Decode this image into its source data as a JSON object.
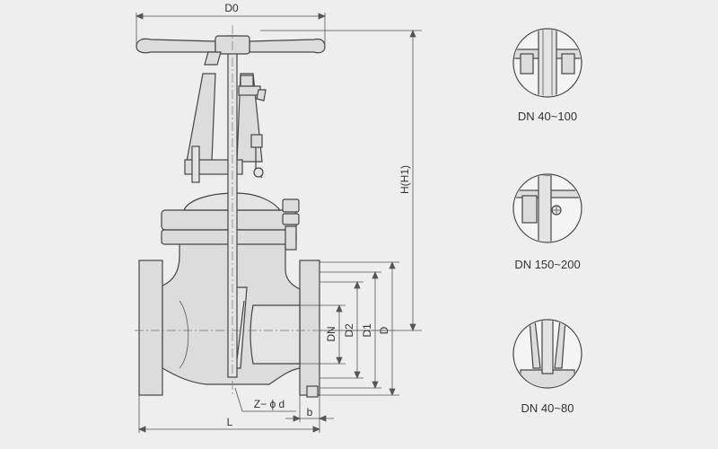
{
  "labels": {
    "d0": "D0",
    "h_h1": "H(H1)",
    "dn": "DN",
    "d2": "D2",
    "d1": "D1",
    "d": "D",
    "z_phi_d": "Z− ϕ d",
    "b": "b",
    "l": "L"
  },
  "details": [
    {
      "caption": "DN 40~100"
    },
    {
      "caption": "DN 150~200"
    },
    {
      "caption": "DN 40~80"
    }
  ],
  "colors": {
    "background": "#eeeeee",
    "line": "#444444",
    "fill": "#dcdcdc"
  }
}
